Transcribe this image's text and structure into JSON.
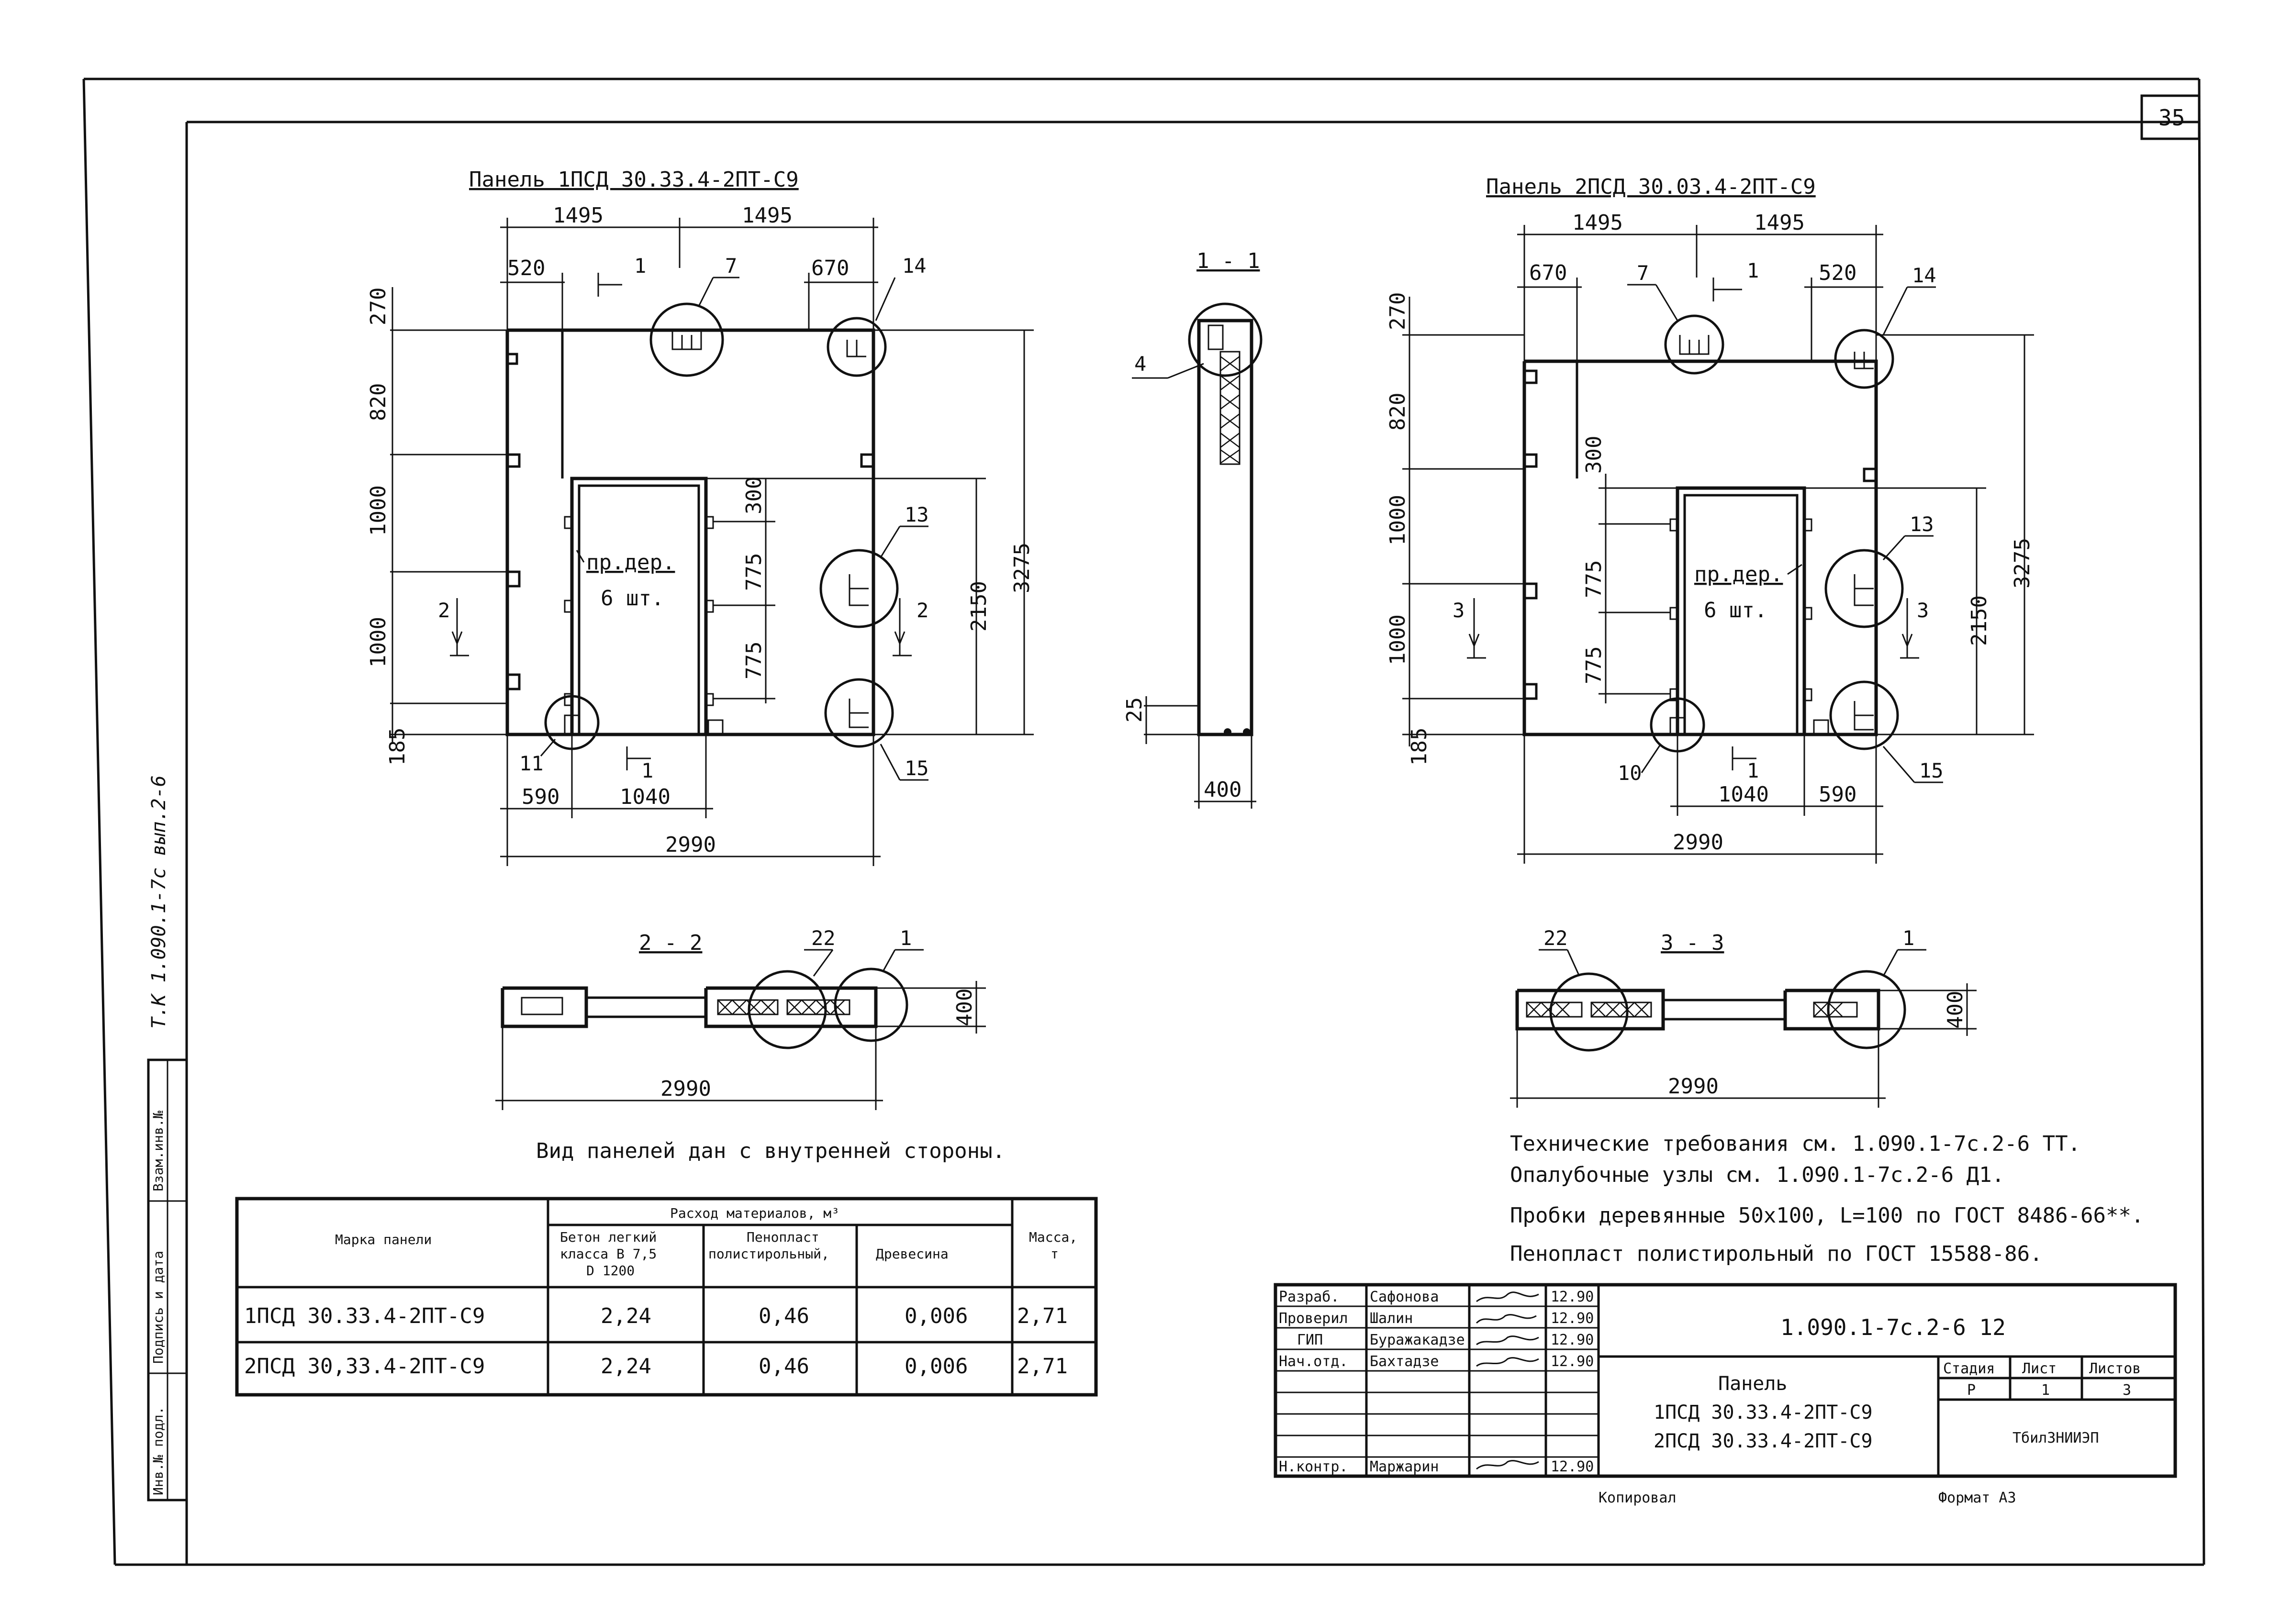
{
  "page_number": "35",
  "side_code": "Т.К 1.090.1-7с вып.2-6",
  "side_stamp": [
    "Инв.№ подл.",
    "Подпись и дата",
    "Взам.инв.№"
  ],
  "panel1": {
    "title": "Панель 1ПСД 30.33.4-2ПТ-С9",
    "dims": {
      "top_left": "1495",
      "top_right": "1495",
      "d520": "520",
      "d670": "670",
      "h270": "270",
      "h820": "820",
      "h1000a": "1000",
      "h1000b": "1000",
      "h185": "185",
      "h300": "300",
      "h775a": "775",
      "h775b": "775",
      "h2150": "2150",
      "h3275": "3275",
      "b590": "590",
      "b1040": "1040",
      "total": "2990"
    },
    "callouts": {
      "c7": "7",
      "c14": "14",
      "c13": "13",
      "c15": "15",
      "c11": "11",
      "sec1a": "1",
      "sec1b": "1",
      "sec2a": "2",
      "sec2b": "2"
    },
    "note1": "пр.дер.",
    "note2": "6 шт."
  },
  "section11": {
    "title": "1 - 1",
    "callout": "4",
    "d25": "25",
    "d400": "400"
  },
  "panel2": {
    "title": "Панель 2ПСД 30.03.4-2ПТ-С9",
    "dims": {
      "top_left": "1495",
      "top_right": "1495",
      "d670": "670",
      "d520": "520",
      "h270": "270",
      "h820": "820",
      "h1000a": "1000",
      "h1000b": "1000",
      "h185": "185",
      "h300": "300",
      "h775a": "775",
      "h775b": "775",
      "h2150": "2150",
      "h3275": "3275",
      "b1040": "1040",
      "b590": "590",
      "total": "2990"
    },
    "callouts": {
      "c7": "7",
      "c14": "14",
      "c13": "13",
      "c15": "15",
      "c10": "10",
      "sec1a": "1",
      "sec1b": "1",
      "sec3a": "3",
      "sec3b": "3"
    },
    "note1": "пр.дер.",
    "note2": "6 шт."
  },
  "section22": {
    "title": "2 - 2",
    "c22": "22",
    "c1": "1",
    "d400": "400",
    "total": "2990"
  },
  "section33": {
    "title": "3 - 3",
    "c22": "22",
    "c1": "1",
    "d400": "400",
    "total": "2990"
  },
  "view_note": "Вид панелей дан с внутренней стороны.",
  "notes": [
    "Технические требования см. 1.090.1-7с.2-6 ТТ.",
    "Опалубочные узлы см. 1.090.1-7с.2-6 Д1.",
    "Пробки деревянные 50х100, L=100 по ГОСТ 8486-66**.",
    "Пенопласт полистирольный по ГОСТ 15588-86."
  ],
  "table": {
    "col_mark": "Марка панели",
    "col_group": "Расход материалов, м³",
    "col_concrete": [
      "Бетон легкий",
      "класса В 7,5",
      "D 1200"
    ],
    "col_foam": [
      "Пенопласт",
      "полистирольный,"
    ],
    "col_wood": "Древесина",
    "col_mass": [
      "Масса,",
      "т"
    ],
    "rows": [
      {
        "mark": "1ПСД 30.33.4-2ПТ-С9",
        "concrete": "2,24",
        "foam": "0,46",
        "wood": "0,006",
        "mass": "2,71"
      },
      {
        "mark": "2ПСД 30,33.4-2ПТ-С9",
        "concrete": "2,24",
        "foam": "0,46",
        "wood": "0,006",
        "mass": "2,71"
      }
    ]
  },
  "stamp": {
    "doc_code": "1.090.1-7с.2-6 12",
    "roles": [
      {
        "role": "Разраб.",
        "name": "Сафонова",
        "date": "12.90"
      },
      {
        "role": "Проверил",
        "name": "Шалин",
        "date": "12.90"
      },
      {
        "role": "ГИП",
        "name": "Буражакадзе",
        "date": "12.90"
      },
      {
        "role": "Нач.отд.",
        "name": "Бахтадзе",
        "date": "12.90"
      },
      {
        "role": "Н.контр.",
        "name": "Маржарин",
        "date": "12.90"
      }
    ],
    "item_title": [
      "Панель",
      "1ПСД 30.33.4-2ПТ-С9",
      "2ПСД 30.33.4-2ПТ-С9"
    ],
    "stage_label": "Стадия",
    "sheet_label": "Лист",
    "sheets_label": "Листов",
    "stage": "Р",
    "sheet": "1",
    "sheets": "3",
    "org": "ТбилЗНИИЭП",
    "copied": "Копировал",
    "format": "Формат А3"
  }
}
